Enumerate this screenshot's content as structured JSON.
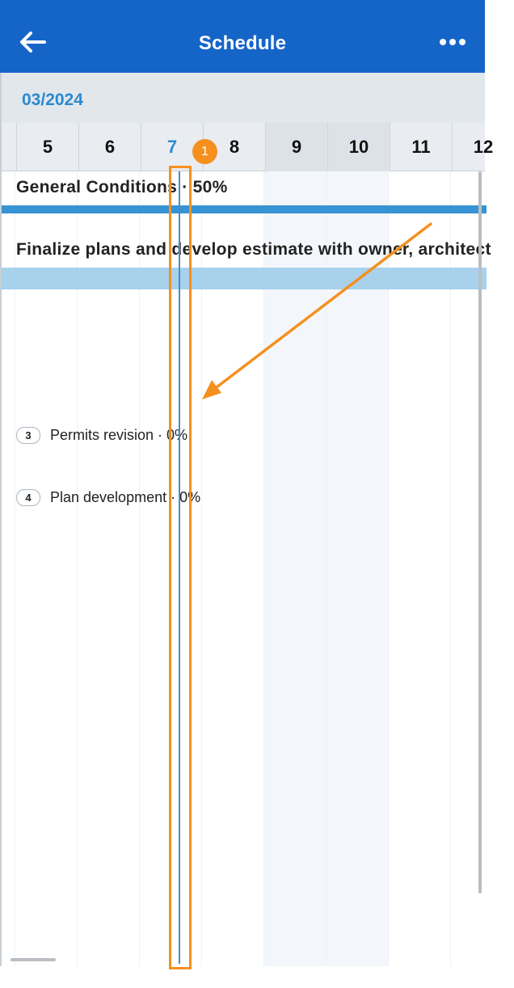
{
  "header": {
    "title": "Schedule",
    "back_icon": "arrow-left-icon",
    "more_icon": "more-horizontal-icon"
  },
  "month": "03/2024",
  "days": [
    {
      "label": "5"
    },
    {
      "label": "6"
    },
    {
      "label": "7"
    },
    {
      "label": "8"
    },
    {
      "label": "9"
    },
    {
      "label": "10"
    },
    {
      "label": "11"
    },
    {
      "label": "12"
    }
  ],
  "tasks": {
    "general": "General Conditions · 50%",
    "finalize": "Finalize plans and develop estimate with owner, architect"
  },
  "subtasks": [
    {
      "num": "3",
      "label": "Permits revision · 0%"
    },
    {
      "num": "4",
      "label": "Plan development · 0%"
    }
  ],
  "annotation": {
    "number": "1"
  },
  "colors": {
    "app_bar": "#1565c9",
    "accent": "#2a8ad0",
    "bar_dark": "#3793d3",
    "bar_light": "#a8d1ec",
    "annotation": "#f5901e"
  }
}
